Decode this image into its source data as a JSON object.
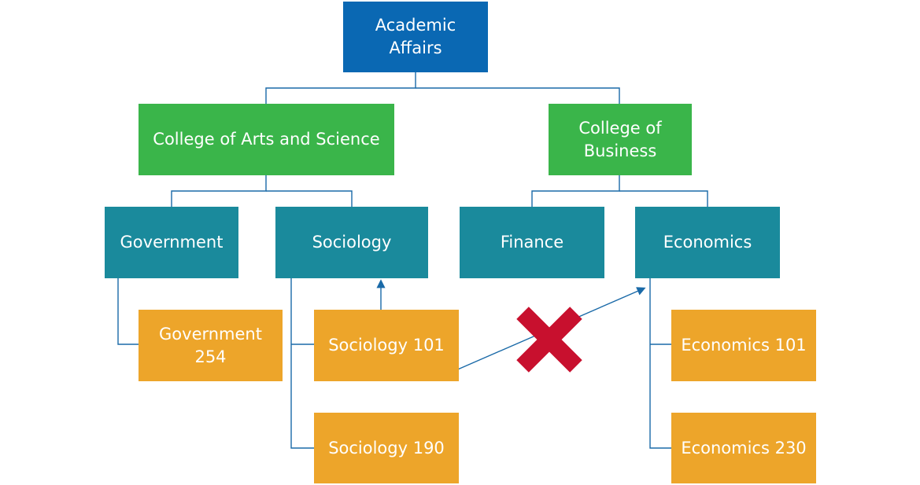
{
  "nodes": {
    "academic_affairs": "Academic Affairs",
    "arts_science": "College of Arts and Science",
    "business": "College of Business",
    "government": "Government",
    "sociology": "Sociology",
    "finance": "Finance",
    "economics": "Economics",
    "government_254": "Government 254",
    "sociology_101": "Sociology 101",
    "sociology_190": "Sociology 190",
    "economics_101": "Economics 101",
    "economics_230": "Economics 230"
  },
  "colors": {
    "level0": "#0a68b3",
    "level1": "#3ab54a",
    "level2": "#1a8a9c",
    "level3": "#eda52a",
    "connector": "#1a6aa8",
    "cross": "#c8102e"
  }
}
